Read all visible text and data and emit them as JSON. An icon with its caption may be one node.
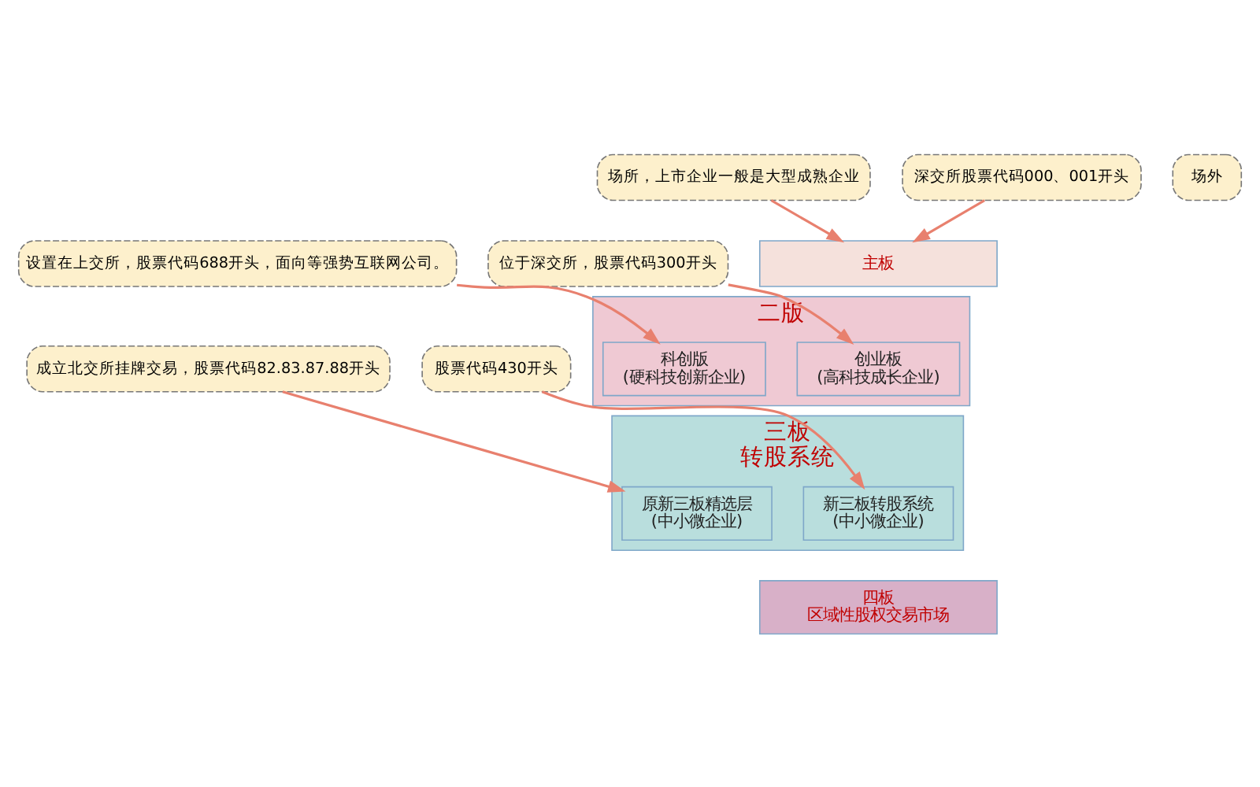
{
  "diagram": {
    "nodes": [
      {
        "text": [
          "主板"
        ]
      },
      {
        "text": [
          "二版"
        ]
      },
      {
        "text": [
          "创业板",
          "(高科技成长企业)"
        ],
        "in": 1
      },
      {
        "text": [
          "科创版",
          "(硬科技创新企业)"
        ],
        "in": 1
      },
      {
        "text": [
          "三板",
          "转股系统"
        ]
      },
      {
        "text": [
          "新三板转股系统",
          "(中小微企业)"
        ],
        "in": 4
      },
      {
        "text": [
          "原新三板精选层",
          "(中小微企业)"
        ],
        "in": 4
      },
      {
        "text": [
          "四板",
          "区域性股权交易市场"
        ]
      },
      {
        "text": [
          "场所，上市企业一般是大型成熟企业"
        ]
      },
      {
        "text": [
          "深交所股票代码000、001开头"
        ]
      },
      {
        "text": [
          "位于深交所，股票代码300开头"
        ]
      },
      {
        "text": [
          "设置在上交所，股票代码688开头，面向等强势互联网公司。"
        ]
      },
      {
        "text": [
          "股票代码430开头"
        ]
      },
      {
        "text": [
          "成立北交所挂牌交易，股票代码82.83.87.88开头"
        ]
      },
      {
        "text": [
          "场外"
        ]
      }
    ],
    "edges": [
      {
        "from": 8,
        "to": 0,
        "arrow": "to"
      },
      {
        "from": 9,
        "to": 0,
        "arrow": "to"
      },
      {
        "from": 10,
        "to": 2,
        "arrow": "to"
      },
      {
        "from": 11,
        "to": 3,
        "arrow": "to"
      },
      {
        "from": 12,
        "to": 5,
        "arrow": "to"
      },
      {
        "from": 13,
        "to": 6,
        "arrow": "to"
      }
    ]
  }
}
